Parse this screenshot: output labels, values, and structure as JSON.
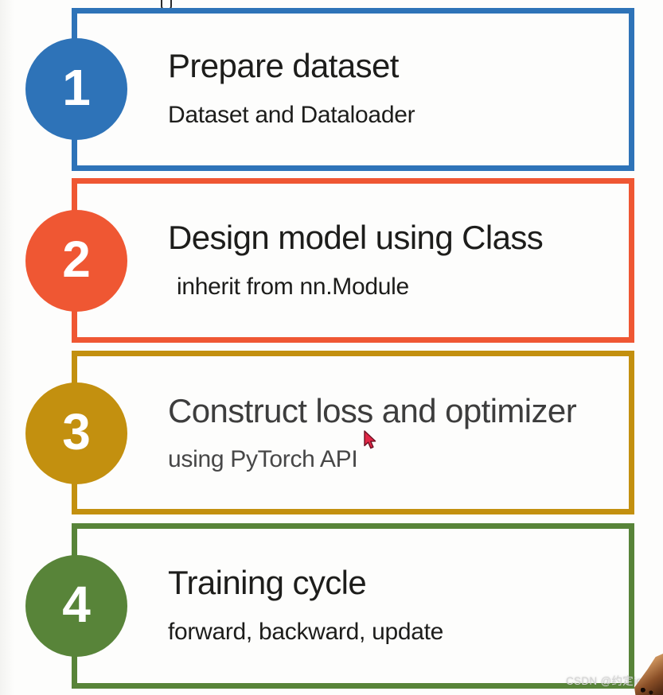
{
  "slide": {
    "steps": [
      {
        "number": "1",
        "title": "Prepare dataset",
        "subtitle": "Dataset and Dataloader",
        "accent": "#2e73b8",
        "title_color": "#1d1d1b",
        "subtitle_color": "#1d1d1b"
      },
      {
        "number": "2",
        "title": "Design model using Class",
        "subtitle": "inherit from nn.Module",
        "accent": "#ef5733",
        "title_color": "#1d1d1b",
        "subtitle_color": "#1d1d1b"
      },
      {
        "number": "3",
        "title": "Construct loss and optimizer",
        "subtitle": "using PyTorch API",
        "accent": "#c3900f",
        "title_color": "#3d3d3d",
        "subtitle_color": "#474747"
      },
      {
        "number": "4",
        "title": "Training cycle",
        "subtitle": "forward, backward, update",
        "accent": "#588439",
        "title_color": "#1d1d1b",
        "subtitle_color": "#1d1d1b"
      }
    ],
    "watermark": "CSDN @约定iou",
    "cursor_color": "#e12746",
    "cursor_outline": "#6e0f22"
  }
}
